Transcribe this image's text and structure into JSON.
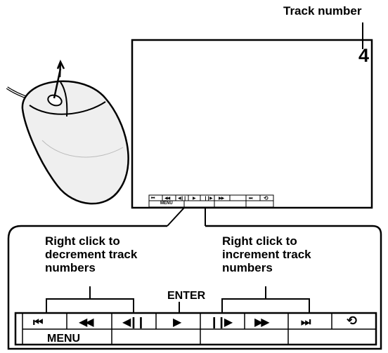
{
  "labels": {
    "track_number": "Track number",
    "track_value": "4",
    "right_click_decrement": [
      "Right click to",
      "decrement track",
      "numbers"
    ],
    "right_click_increment": [
      "Right click to",
      "increment track",
      "numbers"
    ],
    "enter": "ENTER",
    "menu": "MENU",
    "mini_menu": "MENU"
  },
  "buttons": [
    {
      "name": "skip-back-button",
      "icon": "skip-back-icon",
      "glyph": "⏮"
    },
    {
      "name": "rewind-button",
      "icon": "rewind-icon",
      "glyph": "◀◀"
    },
    {
      "name": "step-back-button",
      "icon": "step-back-icon",
      "glyph": "◀❙❙"
    },
    {
      "name": "play-button",
      "icon": "play-icon",
      "glyph": "▶"
    },
    {
      "name": "step-forward-button",
      "icon": "step-forward-icon",
      "glyph": "❙❙▶"
    },
    {
      "name": "fast-forward-button",
      "icon": "fast-forward-icon",
      "glyph": "▶▶"
    },
    {
      "name": "skip-forward-button",
      "icon": "skip-forward-icon",
      "glyph": "⏭"
    },
    {
      "name": "return-button",
      "icon": "return-icon",
      "glyph": "⟲"
    }
  ]
}
